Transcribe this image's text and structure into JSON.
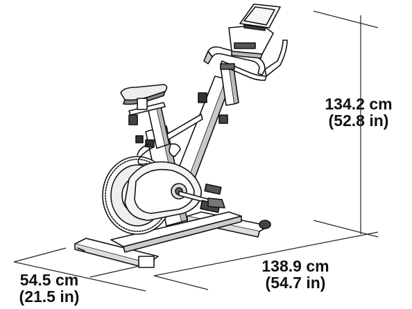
{
  "dimensions": {
    "height": {
      "metric": "134.2 cm",
      "imperial": "(52.8 in)"
    },
    "length": {
      "metric": "138.9 cm",
      "imperial": "(54.7 in)"
    },
    "width": {
      "metric": "54.5 cm",
      "imperial": "(21.5 in)"
    }
  },
  "icons": [
    "exercise-bike-illustration"
  ]
}
